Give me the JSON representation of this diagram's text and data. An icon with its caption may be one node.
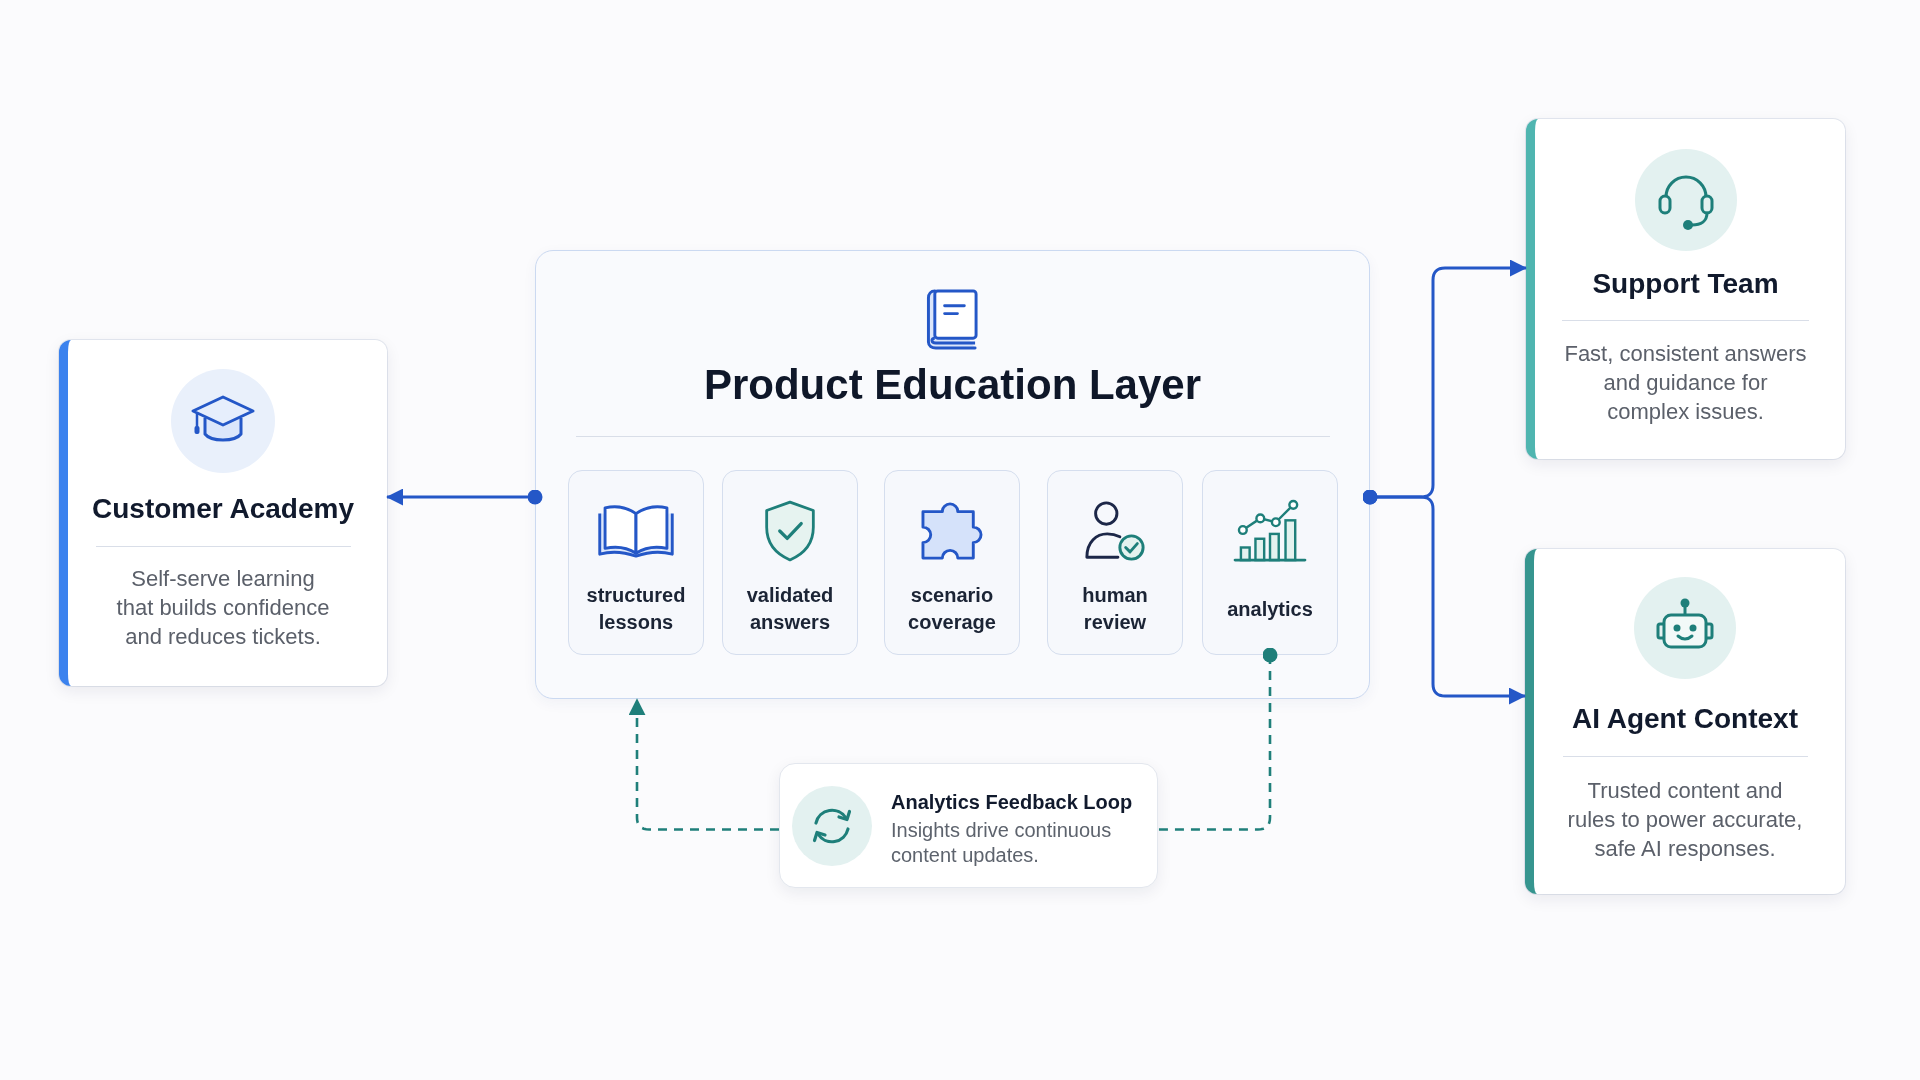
{
  "diagram": {
    "nodes": [
      {
        "text": [
          "Customer Academy",
          "Self-serve learning that builds confidence and reduces tickets."
        ]
      },
      {
        "text": [
          "Product Education Layer"
        ]
      },
      {
        "text": [
          "structured lessons"
        ],
        "in": 1
      },
      {
        "text": [
          "validated answers"
        ],
        "in": 1
      },
      {
        "text": [
          "scenario coverage"
        ],
        "in": 1
      },
      {
        "text": [
          "human review"
        ],
        "in": 1
      },
      {
        "text": [
          "analytics"
        ],
        "in": 1
      },
      {
        "text": [
          "Support Team",
          "Fast, consistent answers and guidance for complex issues."
        ]
      },
      {
        "text": [
          "AI Agent Context",
          "Trusted content and rules to power accurate, safe AI responses."
        ]
      },
      {
        "text": [
          "Analytics Feedback Loop",
          "Insights drive continuous content updates."
        ]
      }
    ],
    "edges": [
      {
        "from": 1,
        "to": 0,
        "arrow": "to"
      },
      {
        "from": 1,
        "to": 7,
        "arrow": "to"
      },
      {
        "from": 1,
        "to": 8,
        "arrow": "to"
      },
      {
        "from": 6,
        "to": 9,
        "arrow": "other",
        "style": "dashed",
        "color": "#1f7f7a"
      },
      {
        "from": 9,
        "to": 1,
        "arrow": "to",
        "style": "dashed",
        "color": "#1f7f7a"
      }
    ]
  }
}
